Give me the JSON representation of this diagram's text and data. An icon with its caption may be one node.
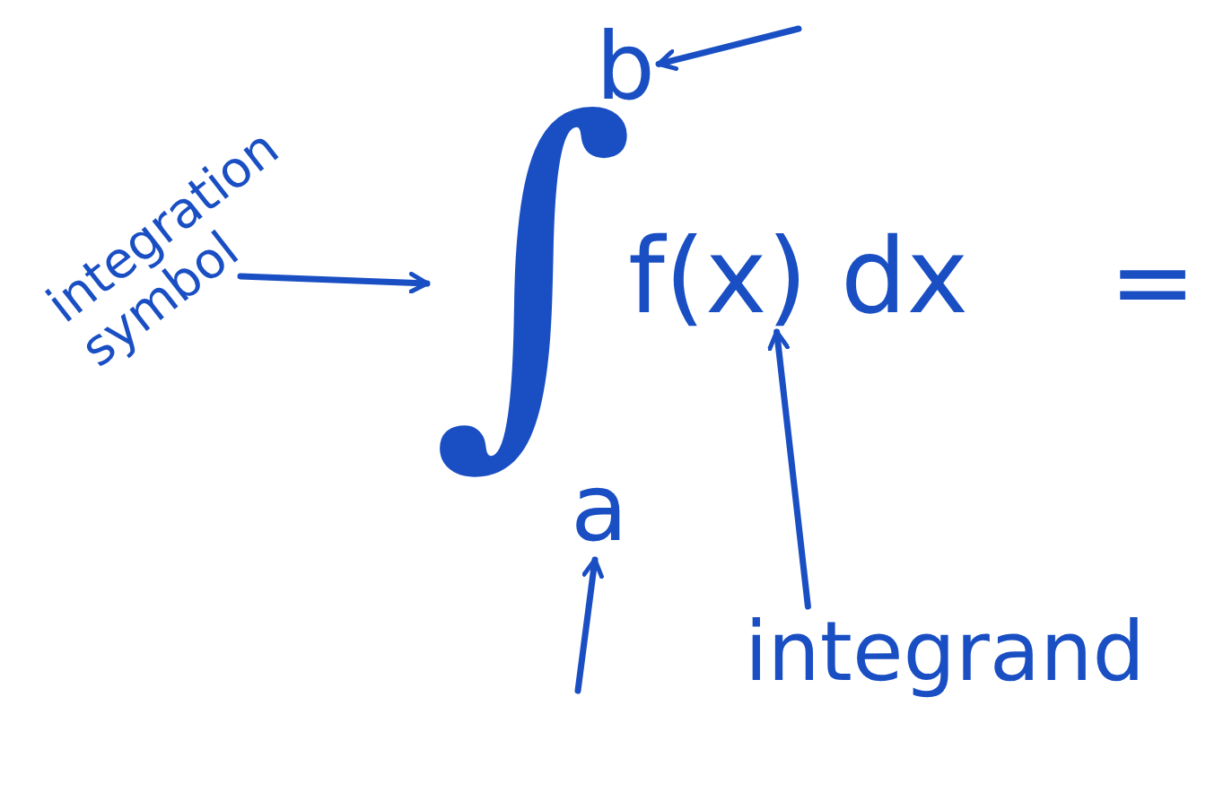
{
  "diagram": {
    "nodes": [
      {
        "text": [
          "integration symbol"
        ]
      },
      {
        "text": [
          "∫"
        ]
      },
      {
        "text": [
          "b"
        ]
      },
      {
        "text": [
          "a"
        ]
      },
      {
        "text": [
          "f(x) dx"
        ]
      },
      {
        "text": [
          "integrand"
        ]
      }
    ],
    "edges": [
      {
        "from": 0,
        "to": 1,
        "arrow": "to"
      },
      {
        "from": null,
        "to": 2,
        "arrow": "to"
      },
      {
        "from": null,
        "to": 3,
        "arrow": "to"
      },
      {
        "from": 5,
        "to": 4,
        "arrow": "to"
      }
    ],
    "labels": [
      "="
    ]
  }
}
